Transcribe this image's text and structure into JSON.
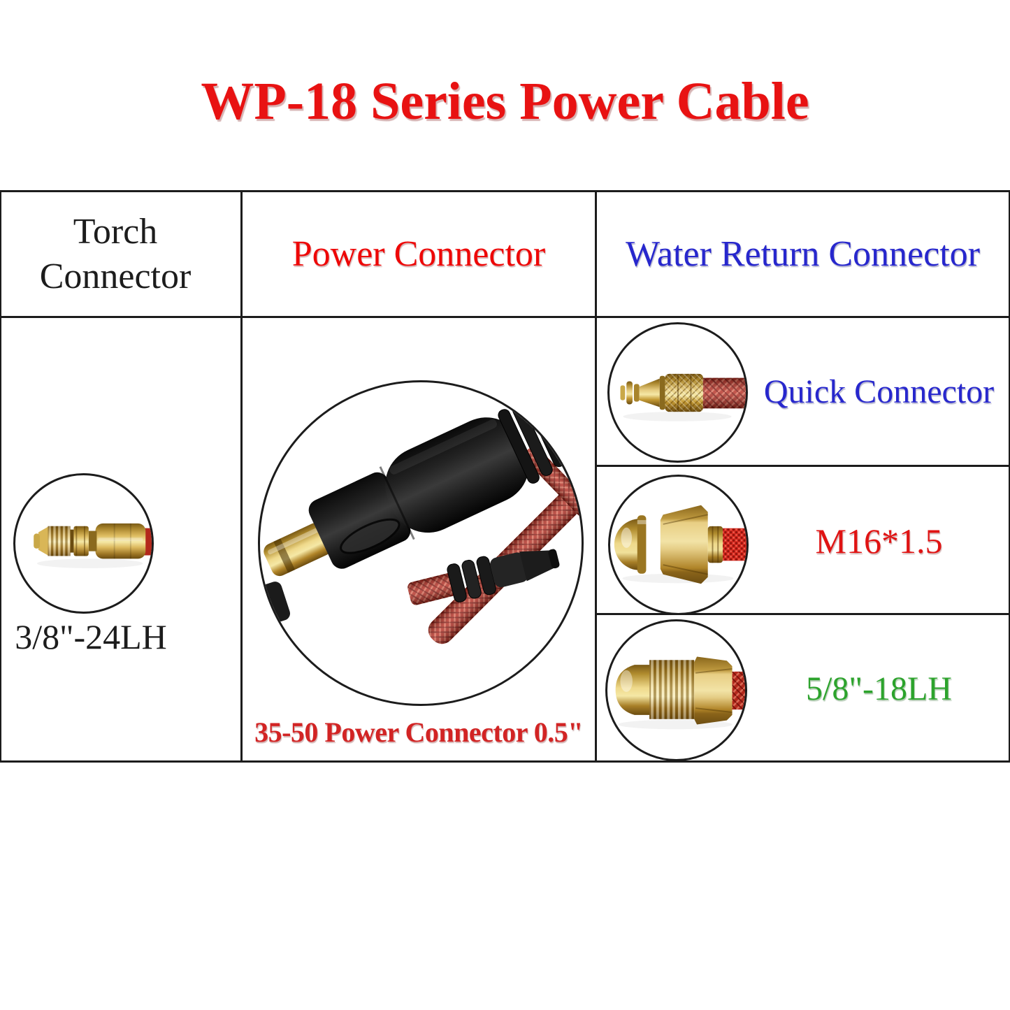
{
  "title": {
    "text": "WP-18 Series Power Cable",
    "color": "#e81212"
  },
  "table": {
    "border_color": "#1c1c1c",
    "header": {
      "torch": {
        "text": "Torch\nConnector",
        "color": "#1c1c1c"
      },
      "power": {
        "text": "Power Connector",
        "color": "#ee0707"
      },
      "water": {
        "text": "Water Return Connector",
        "color": "#2727cd"
      }
    },
    "torch_cell": {
      "photo": "brass-torch-connector-photo",
      "caption": {
        "text": "3/8\"-24LH",
        "color": "#1c1c1c"
      }
    },
    "power_cell": {
      "photo": "dinse-35-50-power-connector-photo",
      "caption": {
        "text": "35-50 Power Connector 0.5\"",
        "color": "#d22424"
      }
    },
    "water_rows": [
      {
        "photo": "brass-quick-connector-photo",
        "label": {
          "text": "Quick Connector",
          "color": "#2727cd"
        }
      },
      {
        "photo": "brass-m16-dome-fitting-photo",
        "label": {
          "text": "M16*1.5",
          "color": "#e01313"
        }
      },
      {
        "photo": "brass-threaded-fitting-photo",
        "label": {
          "text": "5/8\"-18LH",
          "color": "#2ca32c"
        }
      }
    ]
  },
  "colors": {
    "brass": "#d9b657",
    "hose_red": "#b3281c",
    "connector_black": "#1b1b1b",
    "line": "#1c1c1c",
    "background": "#ffffff"
  }
}
